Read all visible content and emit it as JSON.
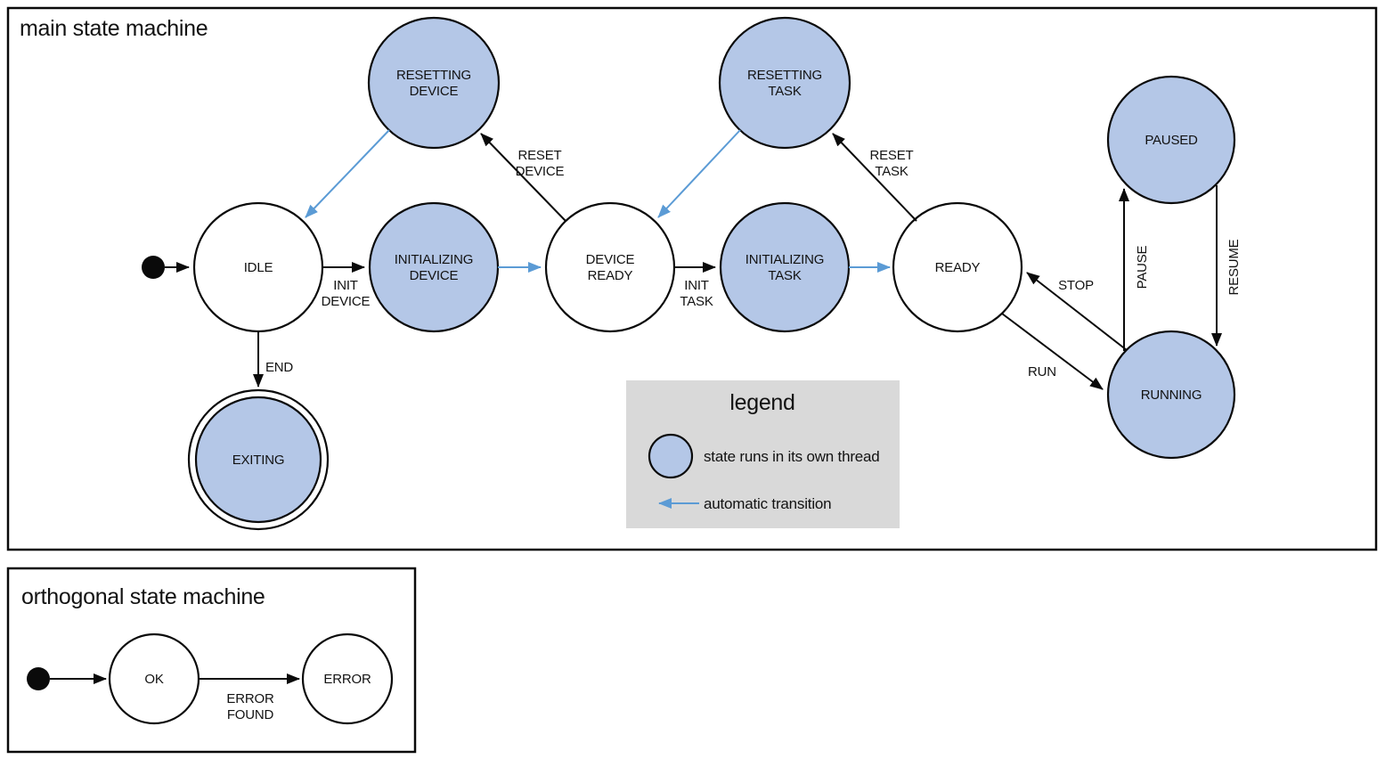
{
  "colors": {
    "threaded_state_fill": "#b4c7e7",
    "auto_transition": "#5b9bd5",
    "legend_bg": "#d9d9d9",
    "stroke": "#0a0a0a"
  },
  "main": {
    "title": "main state machine",
    "states": {
      "idle": {
        "label": "IDLE"
      },
      "resetting_device": {
        "line1": "RESETTING",
        "line2": "DEVICE"
      },
      "initializing_device": {
        "line1": "INITIALIZING",
        "line2": "DEVICE"
      },
      "device_ready": {
        "line1": "DEVICE",
        "line2": "READY"
      },
      "resetting_task": {
        "line1": "RESETTING",
        "line2": "TASK"
      },
      "initializing_task": {
        "line1": "INITIALIZING",
        "line2": "TASK"
      },
      "ready": {
        "label": "READY"
      },
      "paused": {
        "label": "PAUSED"
      },
      "running": {
        "label": "RUNNING"
      },
      "exiting": {
        "label": "EXITING"
      }
    },
    "transitions": {
      "init_device": {
        "line1": "INIT",
        "line2": "DEVICE"
      },
      "reset_device": {
        "line1": "RESET",
        "line2": "DEVICE"
      },
      "init_task": {
        "line1": "INIT",
        "line2": "TASK"
      },
      "reset_task": {
        "line1": "RESET",
        "line2": "TASK"
      },
      "run": "RUN",
      "stop": "STOP",
      "pause": "PAUSE",
      "resume": "RESUME",
      "end": "END"
    }
  },
  "legend": {
    "title": "legend",
    "thread_item": "state runs in its own thread",
    "auto_item": "automatic transition"
  },
  "orthogonal": {
    "title": "orthogonal state machine",
    "states": {
      "ok": {
        "label": "OK"
      },
      "error": {
        "label": "ERROR"
      }
    },
    "transitions": {
      "error_found": {
        "line1": "ERROR",
        "line2": "FOUND"
      }
    }
  }
}
